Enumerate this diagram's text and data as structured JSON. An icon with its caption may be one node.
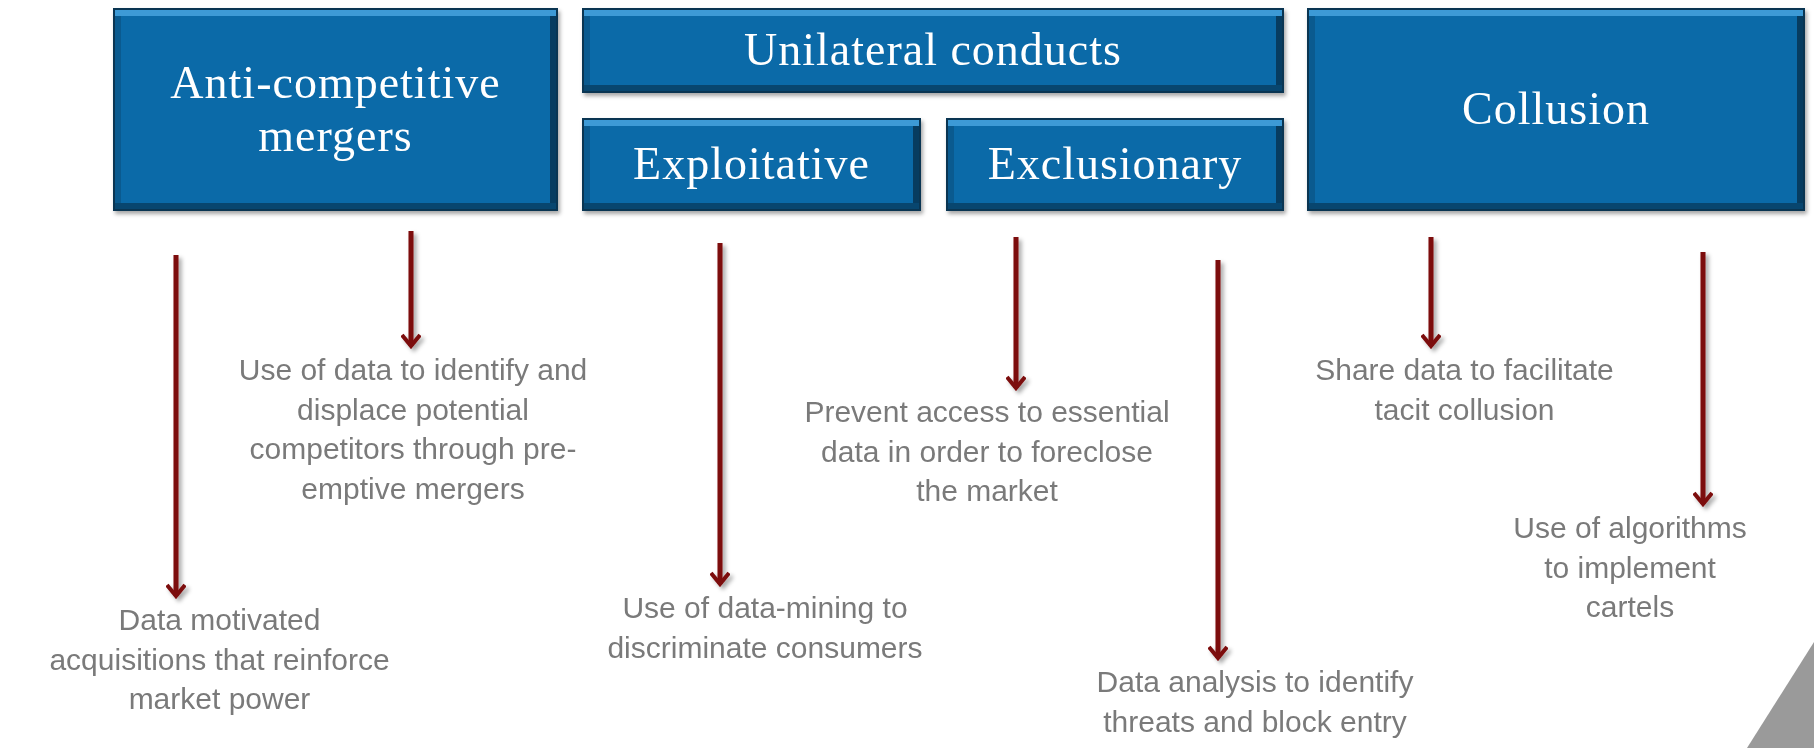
{
  "diagram": {
    "nodes": [
      {
        "text": [
          "Anti-competitive mergers"
        ]
      },
      {
        "text": [
          "Unilateral conducts"
        ]
      },
      {
        "text": [
          "Exploitative"
        ]
      },
      {
        "text": [
          "Exclusionary"
        ]
      },
      {
        "text": [
          "Collusion"
        ]
      },
      {
        "text": [
          "Data motivated acquisitions that reinforce market power"
        ]
      },
      {
        "text": [
          "Use of data to identify and displace potential competitors through pre-emptive mergers"
        ]
      },
      {
        "text": [
          "Use of data-mining to discriminate consumers"
        ]
      },
      {
        "text": [
          "Prevent access to essential data in order to foreclose the market"
        ]
      },
      {
        "text": [
          "Data analysis to identify threats and block entry"
        ]
      },
      {
        "text": [
          "Share data to facilitate tacit collusion"
        ]
      },
      {
        "text": [
          "Use of algorithms to implement cartels"
        ]
      }
    ],
    "edges": [
      {
        "from": 0,
        "to": 5,
        "arrow": "to"
      },
      {
        "from": 0,
        "to": 6,
        "arrow": "to"
      },
      {
        "from": 2,
        "to": 7,
        "arrow": "to"
      },
      {
        "from": 3,
        "to": 8,
        "arrow": "to"
      },
      {
        "from": 3,
        "to": 9,
        "arrow": "to"
      },
      {
        "from": 4,
        "to": 10,
        "arrow": "to"
      },
      {
        "from": 4,
        "to": 11,
        "arrow": "to"
      }
    ]
  }
}
